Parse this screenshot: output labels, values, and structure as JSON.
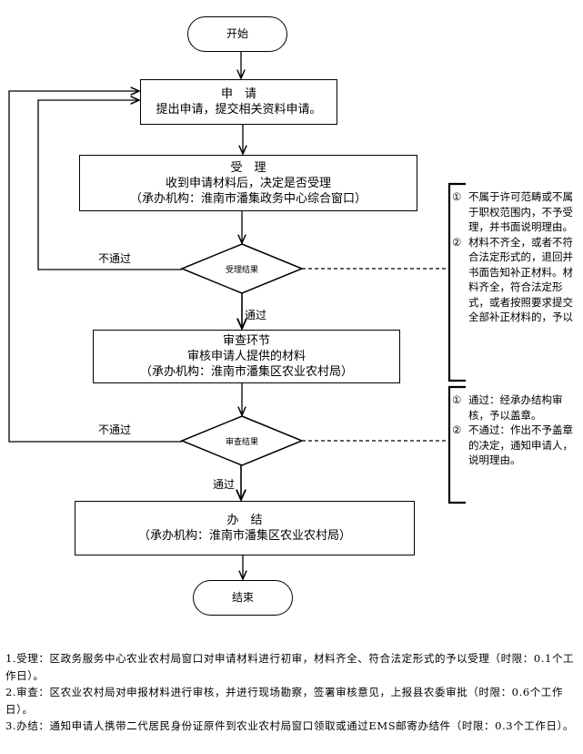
{
  "flowchart": {
    "start": "开始",
    "apply": {
      "title": "申　请",
      "desc": "提出申请，提交相关资料申请。"
    },
    "accept": {
      "title": "受　理",
      "desc": "收到申请材料后，决定是否受理",
      "agency": "（承办机构：淮南市潘集政务中心综合窗口）"
    },
    "decision1": {
      "label": "受理结果",
      "fail": "不通过",
      "pass": "通过"
    },
    "review": {
      "title": "审查环节",
      "desc": "审核申请人提供的材料",
      "agency": "（承办机构：淮南市潘集区农业农村局）"
    },
    "decision2": {
      "label": "审查结果",
      "fail": "不通过",
      "pass": "通过"
    },
    "complete": {
      "title": "办　结",
      "agency": "（承办机构：淮南市潘集区农业农村局）"
    },
    "end": "结束",
    "note1": [
      {
        "num": "①",
        "text": "不属于许可范畴或不属于职权范围内，不予受理，并书面说明理由。"
      },
      {
        "num": "②",
        "text": "材料不齐全，或者不符合法定形式的，退回并书面告知补正材料。材料齐全，符合法定形式，或者按照要求提交全部补正材料的，予以"
      }
    ],
    "note2": [
      {
        "num": "①",
        "text": "通过：经承办结构审核，予以盖章。"
      },
      {
        "num": "②",
        "text": "不通过：作出不予盖章的决定，通知申请人，说明理由。"
      }
    ]
  },
  "footer_notes": [
    "1.受理：区政务服务中心农业农村局窗口对申请材料进行初审，材料齐全、符合法定形式的予以受理（时限：0.1个工作日）。",
    "2.审查：区农业农村局对申报材料进行审核，并进行现场勘察，签署审核意见，上报县农委审批（时限：0.6个工作日）。",
    "3.办结：通知申请人携带二代居民身份证原件到农业农村局窗口领取或通过EMS邮寄办结件（时限：0.3个工作日）。"
  ]
}
